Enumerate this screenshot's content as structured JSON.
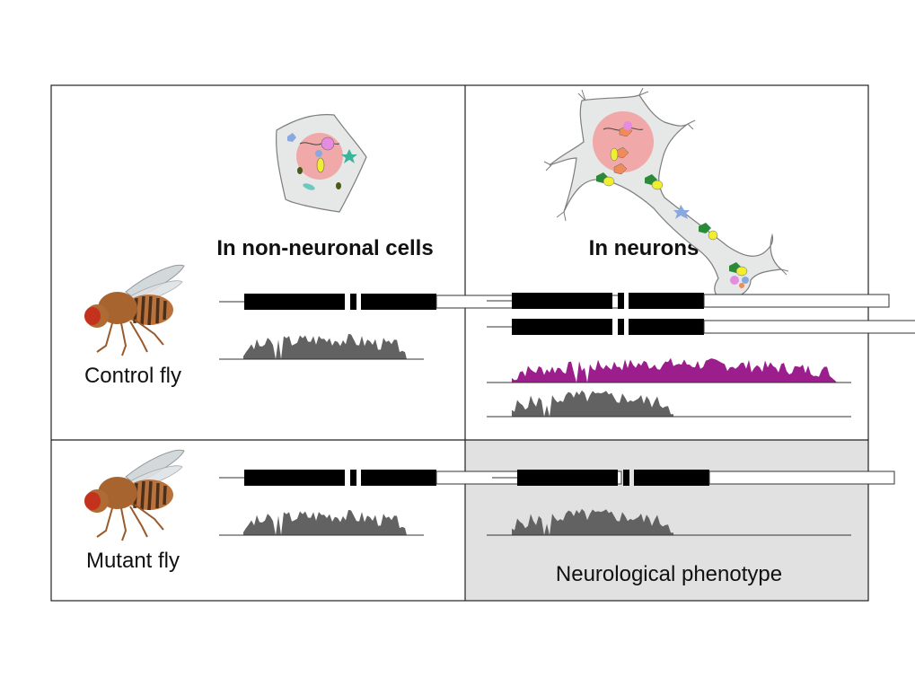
{
  "panel_titles": {
    "non_neuronal": "In non-neuronal cells",
    "neurons": "In neurons"
  },
  "row_labels": {
    "control": "Control fly",
    "mutant": "Mutant fly"
  },
  "phenotype_label": "Neurological phenotype",
  "colors": {
    "exon_fill": "#000000",
    "coverage_gray": "#626262",
    "coverage_magenta": "#9c1e8c",
    "mutant_neuron_panel_bg": "#e1e1e1",
    "nucleus": "#f0a8a8",
    "cell_body": "#e6e8e8"
  },
  "icons": [
    "fruit-fly-icon",
    "non-neuronal-cell-icon",
    "neuron-icon"
  ]
}
